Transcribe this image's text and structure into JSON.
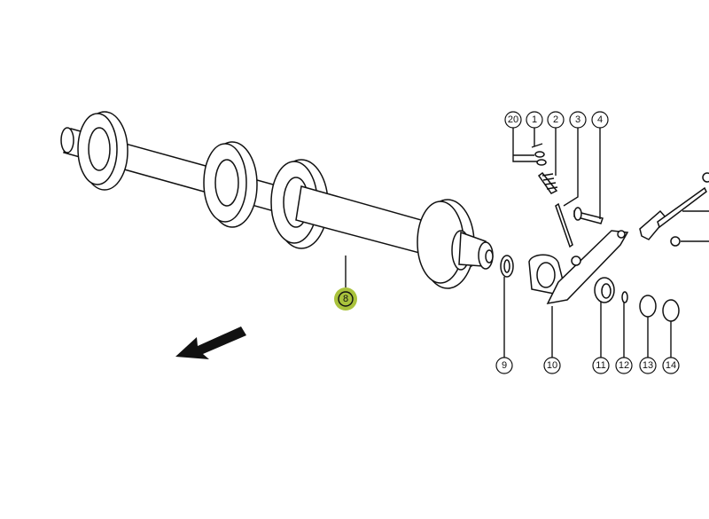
{
  "diagram": {
    "highlight_color": "#a9c23c",
    "callouts": {
      "c20": "20",
      "c1": "1",
      "c2": "2",
      "c3": "3",
      "c4": "4",
      "c8": "8",
      "c9": "9",
      "c10": "10",
      "c11": "11",
      "c12": "12",
      "c13": "13",
      "c14": "14"
    }
  }
}
